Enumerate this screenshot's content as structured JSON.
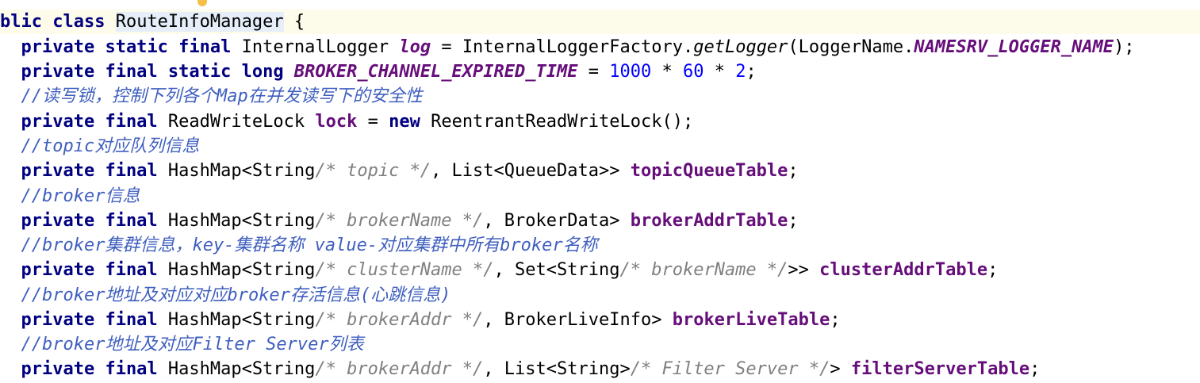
{
  "editor": {
    "lines": [
      {
        "tokens": [
          {
            "t": "blic class ",
            "c": "tok-kw"
          },
          {
            "t": "RouteInfoManager",
            "c": "tok-highlight"
          },
          {
            "t": " {",
            "c": ""
          }
        ]
      },
      {
        "tokens": [
          {
            "t": "  private static final ",
            "c": "tok-kw"
          },
          {
            "t": "InternalLogger ",
            "c": ""
          },
          {
            "t": "log",
            "c": "tok-const"
          },
          {
            "t": " = InternalLoggerFactory.",
            "c": ""
          },
          {
            "t": "getLogger",
            "c": "tok-method"
          },
          {
            "t": "(LoggerName.",
            "c": ""
          },
          {
            "t": "NAMESRV_LOGGER_NAME",
            "c": "tok-const"
          },
          {
            "t": ");",
            "c": ""
          }
        ]
      },
      {
        "tokens": [
          {
            "t": "  private final static long ",
            "c": "tok-kw"
          },
          {
            "t": "BROKER_CHANNEL_EXPIRED_TIME",
            "c": "tok-const"
          },
          {
            "t": " = ",
            "c": ""
          },
          {
            "t": "1000",
            "c": "tok-num"
          },
          {
            "t": " * ",
            "c": ""
          },
          {
            "t": "60",
            "c": "tok-num"
          },
          {
            "t": " * ",
            "c": ""
          },
          {
            "t": "2",
            "c": "tok-num"
          },
          {
            "t": ";",
            "c": ""
          }
        ]
      },
      {
        "tokens": [
          {
            "t": "  //读写锁，控制下列各个Map在并发读写下的安全性",
            "c": "tok-doc"
          }
        ]
      },
      {
        "tokens": [
          {
            "t": "  private final ",
            "c": "tok-kw"
          },
          {
            "t": "ReadWriteLock ",
            "c": ""
          },
          {
            "t": "lock",
            "c": "tok-field"
          },
          {
            "t": " = ",
            "c": ""
          },
          {
            "t": "new ",
            "c": "tok-kw"
          },
          {
            "t": "ReentrantReadWriteLock();",
            "c": ""
          }
        ]
      },
      {
        "tokens": [
          {
            "t": "  //topic对应队列信息",
            "c": "tok-doc"
          }
        ]
      },
      {
        "tokens": [
          {
            "t": "  private final ",
            "c": "tok-kw"
          },
          {
            "t": "HashMap<String",
            "c": ""
          },
          {
            "t": "/* topic */",
            "c": "tok-comment"
          },
          {
            "t": ", List<QueueData>> ",
            "c": ""
          },
          {
            "t": "topicQueueTable",
            "c": "tok-field"
          },
          {
            "t": ";",
            "c": ""
          }
        ]
      },
      {
        "tokens": [
          {
            "t": "  //broker信息",
            "c": "tok-doc"
          }
        ]
      },
      {
        "tokens": [
          {
            "t": "  private final ",
            "c": "tok-kw"
          },
          {
            "t": "HashMap<String",
            "c": ""
          },
          {
            "t": "/* brokerName */",
            "c": "tok-comment"
          },
          {
            "t": ", BrokerData> ",
            "c": ""
          },
          {
            "t": "brokerAddrTable",
            "c": "tok-field"
          },
          {
            "t": ";",
            "c": ""
          }
        ]
      },
      {
        "tokens": [
          {
            "t": "  //broker集群信息，key-集群名称 value-对应集群中所有broker名称",
            "c": "tok-doc"
          }
        ]
      },
      {
        "tokens": [
          {
            "t": "  private final ",
            "c": "tok-kw"
          },
          {
            "t": "HashMap<String",
            "c": ""
          },
          {
            "t": "/* clusterName */",
            "c": "tok-comment"
          },
          {
            "t": ", Set<String",
            "c": ""
          },
          {
            "t": "/* brokerName */",
            "c": "tok-comment"
          },
          {
            "t": ">> ",
            "c": ""
          },
          {
            "t": "clusterAddrTable",
            "c": "tok-field"
          },
          {
            "t": ";",
            "c": ""
          }
        ]
      },
      {
        "tokens": [
          {
            "t": "  //broker地址及对应对应broker存活信息(心跳信息)",
            "c": "tok-doc"
          }
        ]
      },
      {
        "tokens": [
          {
            "t": "  private final ",
            "c": "tok-kw"
          },
          {
            "t": "HashMap<String",
            "c": ""
          },
          {
            "t": "/* brokerAddr */",
            "c": "tok-comment"
          },
          {
            "t": ", BrokerLiveInfo> ",
            "c": ""
          },
          {
            "t": "brokerLiveTable",
            "c": "tok-field"
          },
          {
            "t": ";",
            "c": ""
          }
        ]
      },
      {
        "tokens": [
          {
            "t": "  //broker地址及对应Filter Server列表",
            "c": "tok-doc"
          }
        ]
      },
      {
        "tokens": [
          {
            "t": "  private final ",
            "c": "tok-kw"
          },
          {
            "t": "HashMap<String",
            "c": ""
          },
          {
            "t": "/* brokerAddr */",
            "c": "tok-comment"
          },
          {
            "t": ", List<String>",
            "c": ""
          },
          {
            "t": "/* Filter Server */",
            "c": "tok-comment"
          },
          {
            "t": "> ",
            "c": ""
          },
          {
            "t": "filterServerTable",
            "c": "tok-field"
          },
          {
            "t": ";",
            "c": ""
          }
        ]
      }
    ]
  }
}
